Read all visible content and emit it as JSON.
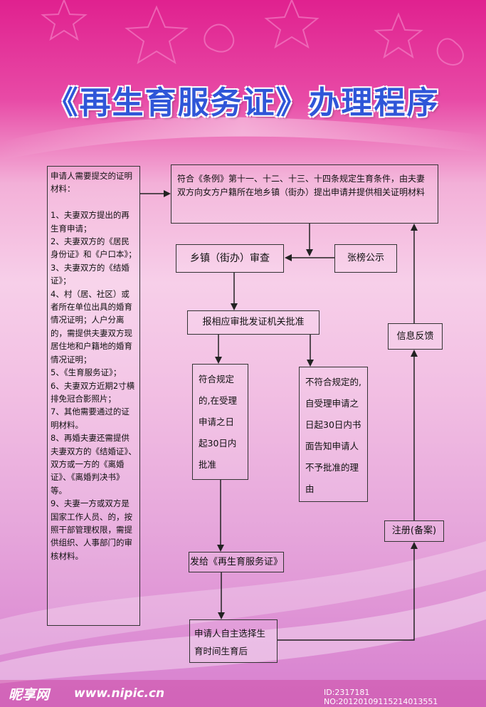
{
  "title": "《再生育服务证》办理程序",
  "materials": {
    "text": "申请人需要提交的证明材料：\n\n1、夫妻双方提出的再生育申请；\n2、夫妻双方的《居民身份证》和《户口本》；\n3、夫妻双方的《结婚证》；\n4、村（居、社区）或者所在单位出具的婚育情况证明；人户分离的，需提供夫妻双方现居住地和户籍地的婚育情况证明；\n5、《生育服务证》；\n6、夫妻双方近期2寸横排免冠合影照片；\n7、其他需要通过的证明材料。\n8、再婚夫妻还需提供夫妻双方的《结婚证》、双方或一方的《离婚证》、《离婚判决书》等。\n9、夫妻一方或双方是国家工作人员、的，按照干部管理权限，需提供组织、人事部门的审核材料。"
  },
  "steps": {
    "apply": "符合《条例》第十一、十二、十三、十四条规定生育条件，由夫妻双方向女方户籍所在地乡镇（街办）提出申请并提供相关证明材料",
    "town_review": "乡镇（街办）审查",
    "public_notice": "张榜公示",
    "report": "报相应审批发证机关批准",
    "feedback": "信息反馈",
    "approved": "符合规定的,在受理申请之日起30日内批准",
    "rejected": "不符合规定的,自受理申请之日起30日内书面告知申请人不予批准的理由",
    "register": "注册(备案)",
    "issue": "发给《再生育服务证》",
    "self_choose": "申请人自主选择生育时间生育后"
  },
  "footer": {
    "logo": "昵享网",
    "url": "www.nipic.cn",
    "id": "ID:2317181 NO:20120109115214013551"
  },
  "colors": {
    "title": "#2f56d8",
    "background_top": "#e0218f",
    "background_mid": "#f7cfe9"
  }
}
